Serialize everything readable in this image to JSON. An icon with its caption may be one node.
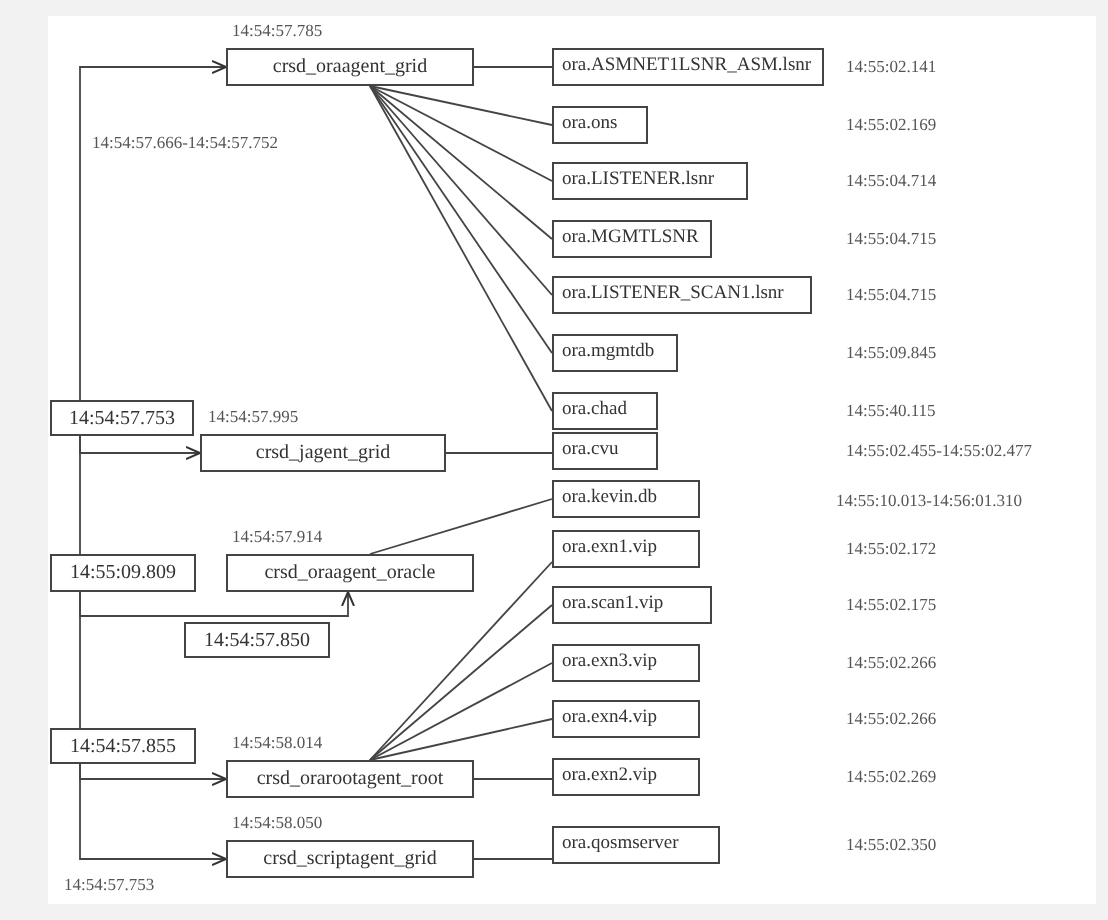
{
  "diagram": {
    "nodes": [
      {
        "text": [
          "crsd_oraagent_grid"
        ],
        "beside": [
          "14:54:57.785"
        ]
      },
      {
        "text": [
          "ora.ASMNET1LSNR_ASM.lsnr"
        ]
      },
      {
        "text": [
          "ora.ons"
        ]
      },
      {
        "text": [
          "ora.LISTENER.lsnr"
        ]
      },
      {
        "text": [
          "ora.MGMTLSNR"
        ]
      },
      {
        "text": [
          "ora.LISTENER_SCAN1.lsnr"
        ]
      },
      {
        "text": [
          "ora.mgmtdb"
        ]
      },
      {
        "text": [
          "ora.chad"
        ]
      },
      {
        "text": [
          "14:54:57.753"
        ]
      },
      {
        "text": [
          "crsd_jagent_grid"
        ],
        "beside": [
          "14:54:57.995"
        ]
      },
      {
        "text": [
          "ora.cvu"
        ]
      },
      {
        "text": [
          "ora.kevin.db"
        ]
      },
      {
        "text": [
          "ora.exn1.vip"
        ]
      },
      {
        "text": [
          "crsd_oraagent_oracle"
        ],
        "beside": [
          "14:54:57.914"
        ]
      },
      {
        "text": [
          "14:55:09.809"
        ]
      },
      {
        "text": [
          "ora.scan1.vip"
        ]
      },
      {
        "text": [
          "14:54:57.850"
        ]
      },
      {
        "text": [
          "ora.exn3.vip"
        ]
      },
      {
        "text": [
          "ora.exn4.vip"
        ]
      },
      {
        "text": [
          "14:54:57.855"
        ]
      },
      {
        "text": [
          "crsd_orarootagent_root"
        ],
        "beside": [
          "14:54:58.014"
        ]
      },
      {
        "text": [
          "ora.exn2.vip"
        ]
      },
      {
        "text": [
          "crsd_scriptagent_grid"
        ],
        "beside": [
          "14:54:58.050"
        ]
      },
      {
        "text": [
          "ora.qosmserver"
        ]
      }
    ],
    "edges": [
      {
        "from": 0,
        "to": 1,
        "arrow": "none"
      },
      {
        "from": 0,
        "to": 2,
        "arrow": "none"
      },
      {
        "from": 0,
        "to": 3,
        "arrow": "none"
      },
      {
        "from": 0,
        "to": 4,
        "arrow": "none"
      },
      {
        "from": 0,
        "to": 5,
        "arrow": "none"
      },
      {
        "from": 0,
        "to": 6,
        "arrow": "none"
      },
      {
        "from": 0,
        "to": 7,
        "arrow": "none"
      },
      {
        "from": 9,
        "to": 10,
        "arrow": "none"
      },
      {
        "from": 13,
        "to": 11,
        "arrow": "none"
      },
      {
        "from": 20,
        "to": 12,
        "arrow": "none"
      },
      {
        "from": 20,
        "to": 15,
        "arrow": "none"
      },
      {
        "from": 20,
        "to": 17,
        "arrow": "none"
      },
      {
        "from": 20,
        "to": 18,
        "arrow": "none"
      },
      {
        "from": 20,
        "to": 21,
        "arrow": "none"
      },
      {
        "from": 22,
        "to": 23,
        "arrow": "none"
      },
      {
        "from": 8,
        "to": 0,
        "arrow": "to"
      },
      {
        "from": 8,
        "to": 9,
        "arrow": "to"
      },
      {
        "from": 8,
        "to": 14,
        "arrow": "none"
      },
      {
        "from": 14,
        "to": 13,
        "arrow": "to"
      },
      {
        "from": 14,
        "to": 19,
        "arrow": "none"
      },
      {
        "from": 19,
        "to": 20,
        "arrow": "to"
      },
      {
        "from": 19,
        "to": 22,
        "arrow": "to"
      }
    ],
    "labels": [
      "14:55:02.141",
      "14:55:02.169",
      "14:54:57.666-14:54:57.752",
      "14:55:04.714",
      "14:55:04.715",
      "14:55:04.715",
      "14:55:09.845",
      "14:55:40.115",
      "14:55:02.455-14:55:02.477",
      "14:55:10.013-14:56:01.310",
      "14:55:02.172",
      "14:55:02.175",
      "14:55:02.266",
      "14:55:02.266",
      "14:55:02.269",
      "14:55:02.350",
      "14:54:57.753"
    ]
  }
}
